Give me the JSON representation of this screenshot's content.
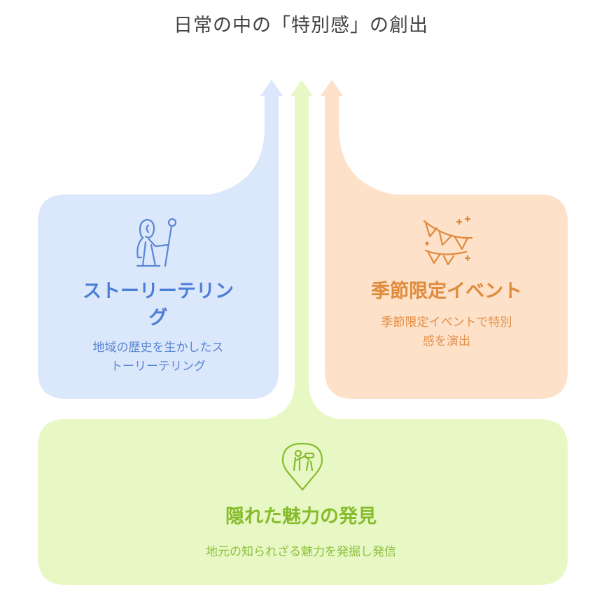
{
  "title": "日常の中の「特別感」の創出",
  "colors": {
    "story_fill": "#dbe7fb",
    "event_fill": "#fde1c9",
    "hidden_fill": "#e8f8c5",
    "story_text": "#4d7ed6",
    "event_text": "#e08a3c",
    "hidden_text": "#86bc2c"
  },
  "panels": {
    "story": {
      "icon": "storyteller-icon",
      "heading_line1": "ストーリーテリン",
      "heading_line2": "グ",
      "desc_line1": "地域の歴史を生かしたス",
      "desc_line2": "トーリーテリング"
    },
    "event": {
      "icon": "bunting-icon",
      "heading": "季節限定イベント",
      "desc_line1": "季節限定イベントで特別",
      "desc_line2": "感を演出"
    },
    "hidden": {
      "icon": "explorer-pin-icon",
      "heading": "隠れた魅力の発見",
      "desc": "地元の知られざる魅力を発掘し発信"
    }
  }
}
